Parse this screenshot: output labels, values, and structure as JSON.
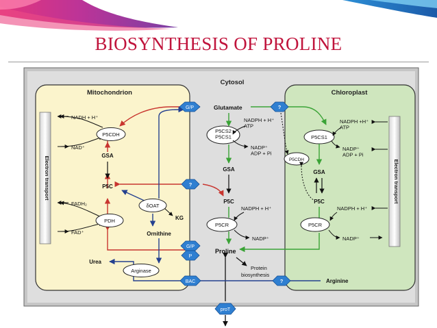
{
  "slide": {
    "title": "BIOSYNTHESIS OF PROLINE",
    "colors": {
      "title": "#c0143c",
      "mitochondrion": "#fbf4cc",
      "chloroplast": "#cfe6be",
      "cytosol": "#dcdcdc",
      "transporter": "#2f7fd1",
      "red_arrow": "#c8352f",
      "green_arrow": "#3aa336",
      "blue_arrow": "#24408f"
    }
  },
  "diagram": {
    "compartments": {
      "cytosol": "Cytosol",
      "mitochondrion": "Mitochondrion",
      "chloroplast": "Chloroplast"
    },
    "electron_transport": "Electron transport",
    "metabolites": {
      "glutamate": "Glutamate",
      "gsa": "GSA",
      "p5c": "P5C",
      "proline": "Proline",
      "ornithine": "Ornithine",
      "kg": "KG",
      "urea": "Urea",
      "arginine": "Arginine",
      "protein_biosynthesis": "Protein\nbiosynthesis",
      "mito_gsa": "GSA",
      "mito_p5c": "P5C",
      "chloro_gsa": "GSA",
      "chloro_p5c": "P5C"
    },
    "enzymes": {
      "p5cdh_mito": "P5CDH",
      "pdh": "PDH",
      "doat": "δOAT",
      "arginase": "Arginase",
      "p5cs_cyto": "P5CS2\nP5CS1",
      "p5cr_cyto": "P5CR",
      "p5cs1_chloro": "P5CS1",
      "p5cdh_chloro": "P5CDH",
      "p5cr_chloro": "P5CR"
    },
    "cofactors": {
      "mito_nadh": "NADH + H⁺",
      "mito_nad": "NAD⁺",
      "mito_fadh2": "FADH₂",
      "mito_fad": "FAD⁺",
      "cyto_nadph_atp": "NADPH + H⁺\nATP",
      "cyto_nadp_adp": "NADP⁺\nADP + Pi",
      "cyto_nadph": "NADPH + H⁺",
      "cyto_nadp": "NADP⁺",
      "chloro_nadph_atp": "NADPH +H⁺\nATP",
      "chloro_nadp_adp": "NADP⁺\nADP + Pi",
      "chloro_nadph": "NADPH + H⁺",
      "chloro_nadp": "NADP⁺"
    },
    "transporters": {
      "gp_top": "G/P",
      "q_glu": "?",
      "q_p5c": "?",
      "gp_pro": "G/P",
      "p_pro": "P",
      "bac": "BAC",
      "q_arg": "?",
      "prot": "proT"
    }
  }
}
